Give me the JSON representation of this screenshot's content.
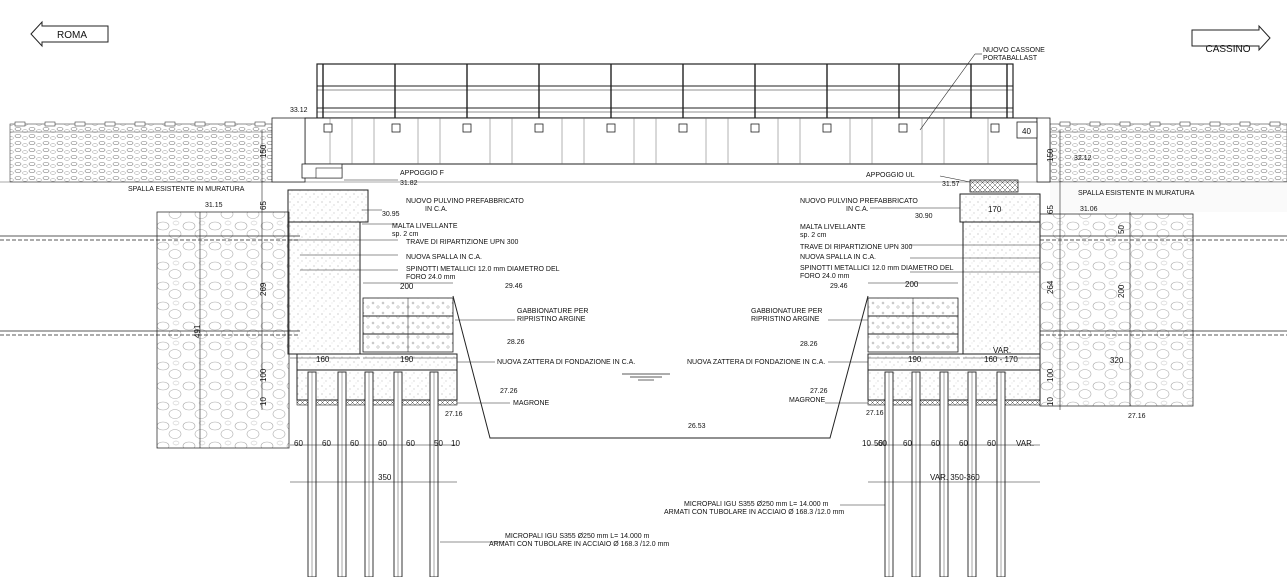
{
  "directions": {
    "left": "ROMA",
    "right": "CASSINO"
  },
  "labels": {
    "cassone_1": "NUOVO CASSONE",
    "cassone_2": "PORTABALLAST",
    "appoggio_f": "APPOGGIO F",
    "appoggio_ul": "APPOGGIO UL",
    "spalla_esistente": "SPALLA ESISTENTE IN MURATURA",
    "pulvino_1": "NUOVO PULVINO PREFABBRICATO",
    "pulvino_2": "IN C.A.",
    "malta_1": "MALTA LIVELLANTE",
    "malta_2": "sp. 2 cm",
    "trave": "TRAVE DI RIPARTIZIONE UPN 300",
    "nuova_spalla": "NUOVA SPALLA IN C.A.",
    "spinotti_1": "SPINOTTI METALLICI 12.0 mm DIAMETRO DEL",
    "spinotti_2": "FORO 24.0 mm",
    "gabbionature_1": "GABBIONATURE PER",
    "gabbionature_2": "RIPRISTINO ARGINE",
    "zattera": "NUOVA ZATTERA DI FONDAZIONE IN C.A.",
    "magrone": "MAGRONE",
    "micropali_1": "MICROPALI IGU S355 Ø250 mm L= 14.000 m",
    "micropali_2": "ARMATI CON TUBOLARE IN ACCIAIO Ø 168.3 /12.0 mm",
    "micropali_r1": "MICROPALI IGU S355 Ø250 mm L= 14.000 m",
    "micropali_r2": "ARMATI CON TUBOLARE IN ACCIAIO Ø 168.3 /12.0 mm"
  },
  "elevations": {
    "e3312": "33.12",
    "e3182": "31.82",
    "e3115": "31.15",
    "e3095": "30.95",
    "e2946": "29.46",
    "e2826": "28.26",
    "e2726": "27.26",
    "e2716": "27.16",
    "e2653": "26.53",
    "e3212": "32.12",
    "e3157": "31.57",
    "e3106": "31.06",
    "e3090": "30.90",
    "e2946r": "29.46",
    "e2826r": "28.26",
    "e2726r": "27.26",
    "e2716r": "27.16",
    "e2716rr": "27.16"
  },
  "dims": {
    "d40": "40",
    "d150": "150",
    "d150r": "150",
    "d65": "65",
    "d65r": "65",
    "d170": "170",
    "d50": "50",
    "d200": "200",
    "d200r": "200",
    "d200v": "200",
    "d269": "269",
    "d264": "264",
    "d491": "491",
    "d160": "160",
    "d190": "190",
    "d190r": "190",
    "dvar": "VAR.",
    "d160170": "160 - 170",
    "d320": "320",
    "d100": "100",
    "d100r": "100",
    "d10": "10",
    "d10r": "10",
    "bottom_left": [
      "60",
      "60",
      "60",
      "60",
      "60",
      "50",
      "10"
    ],
    "bottom_right": [
      "10",
      "50",
      "60",
      "60",
      "60",
      "60",
      "60",
      "VAR."
    ],
    "d350": "350",
    "dvar350": "VAR. 350-360"
  }
}
